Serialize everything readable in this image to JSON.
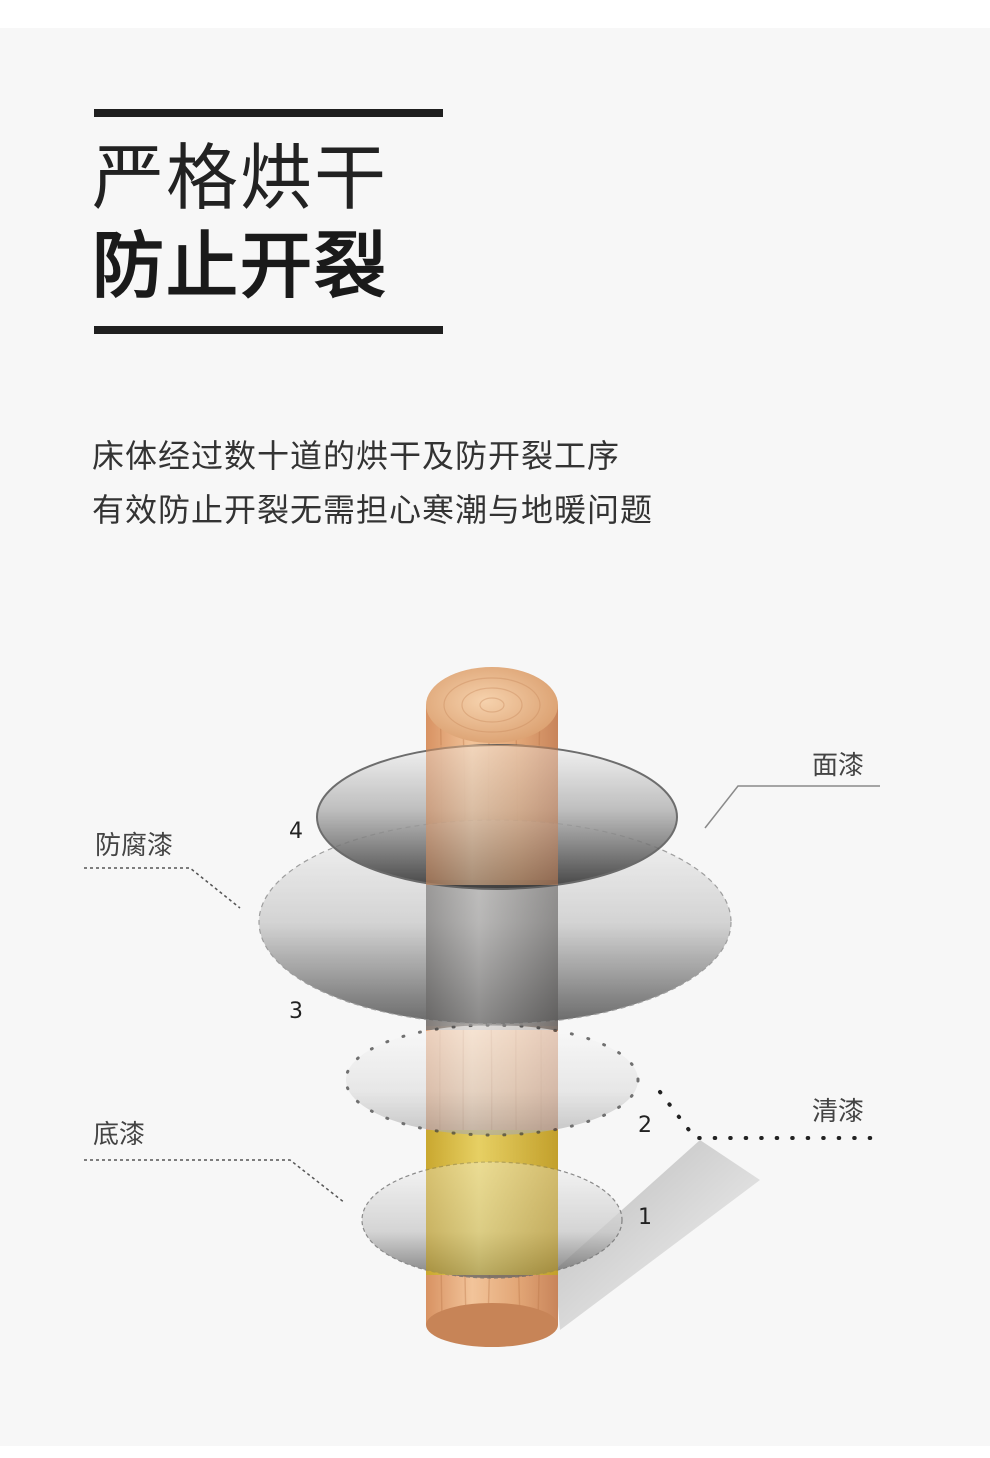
{
  "heading": {
    "line1": "严格烘干",
    "line2": "防止开裂"
  },
  "description": {
    "line1": "床体经过数十道的烘干及防开裂工序",
    "line2": "有效防止开裂无需担心寒潮与地暖问题"
  },
  "layers": [
    {
      "number": "4",
      "name": "面漆"
    },
    {
      "number": "3",
      "name": "防腐漆"
    },
    {
      "number": "2",
      "name": "清漆"
    },
    {
      "number": "1",
      "name": "底漆"
    }
  ],
  "colors": {
    "wood": "#e3a878",
    "primer_yellow": "#d8c045",
    "dark_coat": "#3a3a3a",
    "rule": "#1f1f1f"
  }
}
